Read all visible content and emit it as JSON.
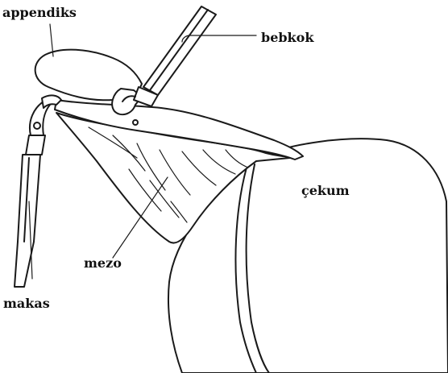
{
  "labels": {
    "appendix": "appendiks",
    "forceps": "bebkok",
    "cecum": "çekum",
    "mesentery": "mezo",
    "scissors": "makas"
  },
  "colors": {
    "ink": "#1a1a1a",
    "paper": "#ffffff"
  }
}
